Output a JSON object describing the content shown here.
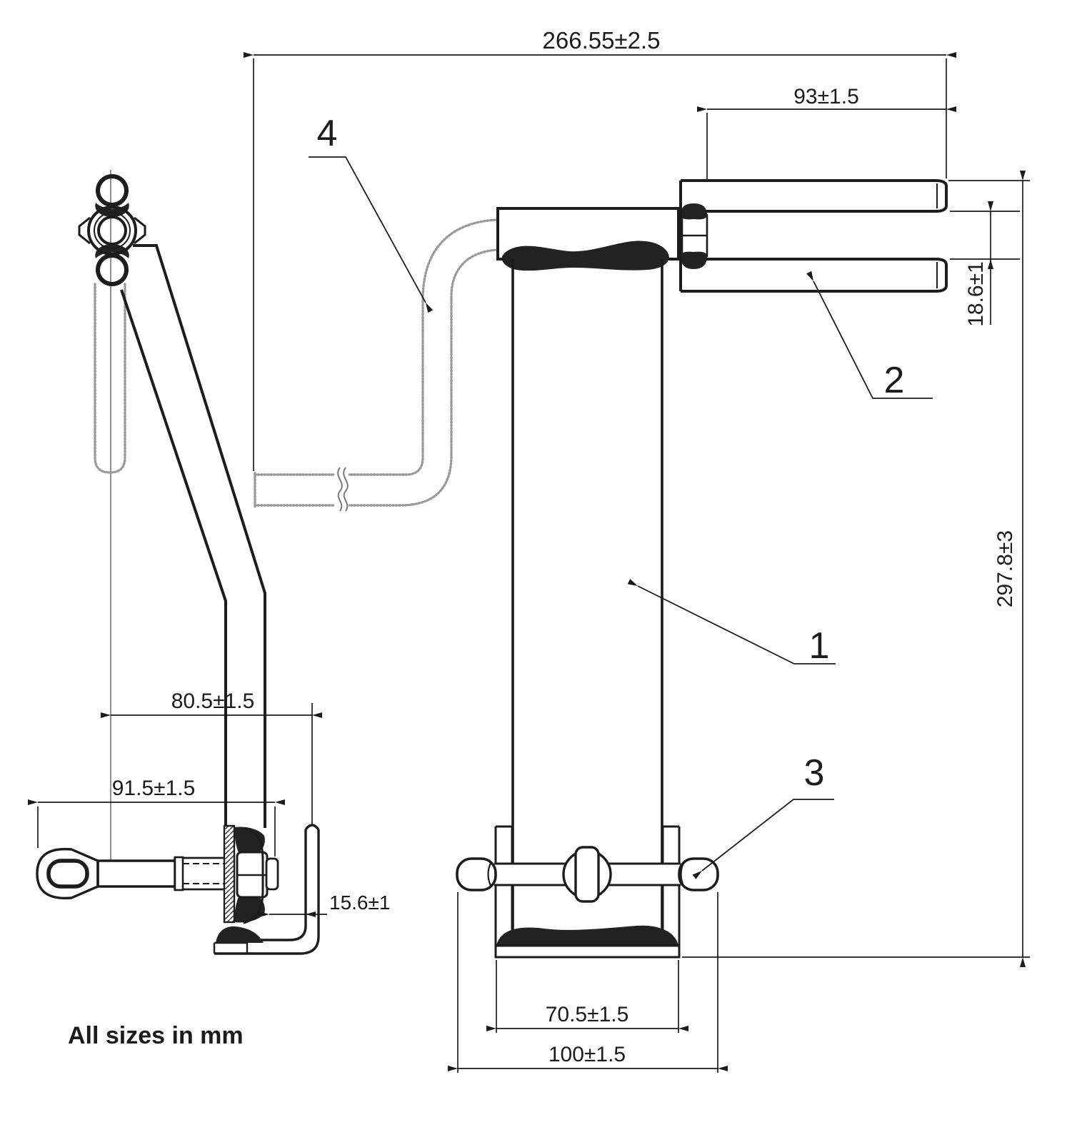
{
  "drawing": {
    "note": "All sizes in mm",
    "dimensions": {
      "overall_width": "266.55±2.5",
      "fork_length": "93±1.5",
      "fork_gap": "18.6±1",
      "overall_height": "297.8±3",
      "lever_offset": "80.5±1.5",
      "rod_to_bracket": "91.5±1.5",
      "bracket_gap": "15.6±1",
      "base_inner_width": "70.5±1.5",
      "rod_length": "100±1.5"
    },
    "part_labels": {
      "cylinder": "1",
      "fork": "2",
      "cross_rod": "3",
      "tube": "4"
    },
    "colors": {
      "line": "#1c1c1c",
      "tube_hidden": "#999999",
      "weld_fill": "#222222",
      "background": "#ffffff"
    }
  }
}
